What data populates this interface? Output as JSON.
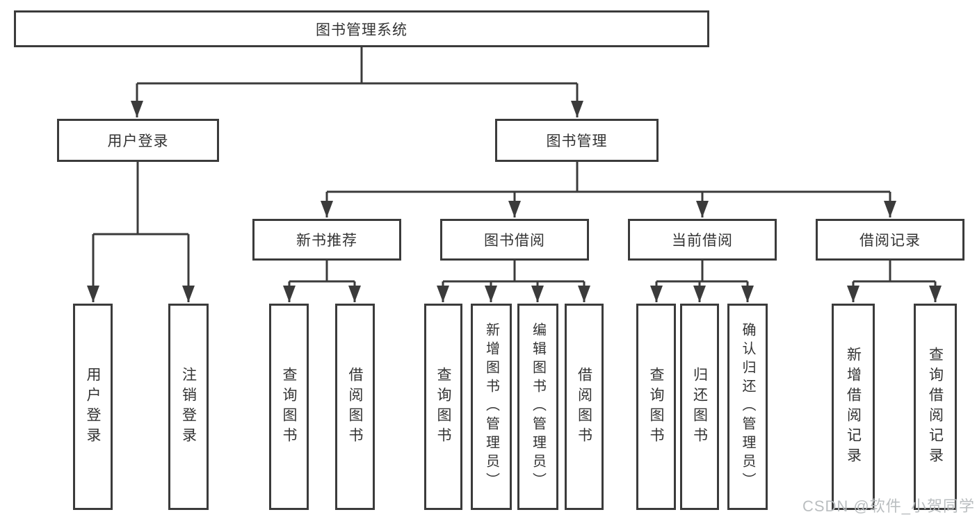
{
  "colors": {
    "line": "#3b3b3b",
    "text": "#333333",
    "background": "#ffffff",
    "watermark": "#b6babd"
  },
  "watermark": {
    "text": "CSDN @软件_小贺同学"
  },
  "diagram": {
    "type": "hierarchy-tree",
    "title": "图书管理系统",
    "nodes": {
      "root": "图书管理系统",
      "user_login": "用户登录",
      "book_mgmt": "图书管理",
      "new_book_rec": "新书推荐",
      "book_borrow": "图书借阅",
      "current_borrow": "当前借阅",
      "borrow_records": "借阅记录",
      "ul_user_login": "用户登录",
      "ul_logout": "注销登录",
      "nb_query_books": "查询图书",
      "nb_borrow_books": "借阅图书",
      "bb_query_books": "查询图书",
      "bb_add_books": "新增图书（管理员）",
      "bb_edit_books": "编辑图书（管理员）",
      "bb_borrow_books": "借阅图书",
      "cb_query_books": "查询图书",
      "cb_return_books": "归还图书",
      "cb_confirm_return": "确认归还（管理员）",
      "br_add_record": "新增借阅记录",
      "br_query_record": "查询借阅记录"
    },
    "hierarchy": {
      "图书管理系统": {
        "用户登录": [
          "用户登录",
          "注销登录"
        ],
        "图书管理": {
          "新书推荐": [
            "查询图书",
            "借阅图书"
          ],
          "图书借阅": [
            "查询图书",
            "新增图书（管理员）",
            "编辑图书（管理员）",
            "借阅图书"
          ],
          "当前借阅": [
            "查询图书",
            "归还图书",
            "确认归还（管理员）"
          ],
          "借阅记录": [
            "新增借阅记录",
            "查询借阅记录"
          ]
        }
      }
    }
  }
}
